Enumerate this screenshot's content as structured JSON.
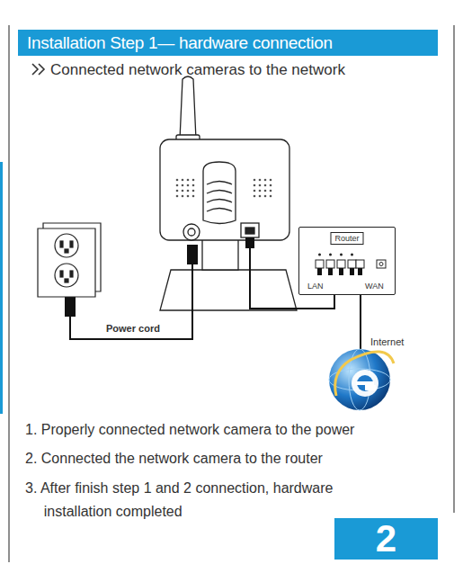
{
  "diagram": {
    "title": "Installation Step 1— hardware connection",
    "nodes": [
      {
        "text": [
          "Router"
        ]
      },
      {
        "text": [
          "Internet"
        ]
      }
    ],
    "edges": [
      {
        "from": 0,
        "to": 1,
        "arrow": "none"
      }
    ],
    "labels": [
      "Connected network cameras to the network",
      "Power cord",
      "LAN",
      "WAN",
      "1. Properly connected network camera to the power",
      "2. Connected the network camera to the router",
      "3. After finish step 1 and 2 connection, hardware installation completed",
      "2"
    ]
  }
}
